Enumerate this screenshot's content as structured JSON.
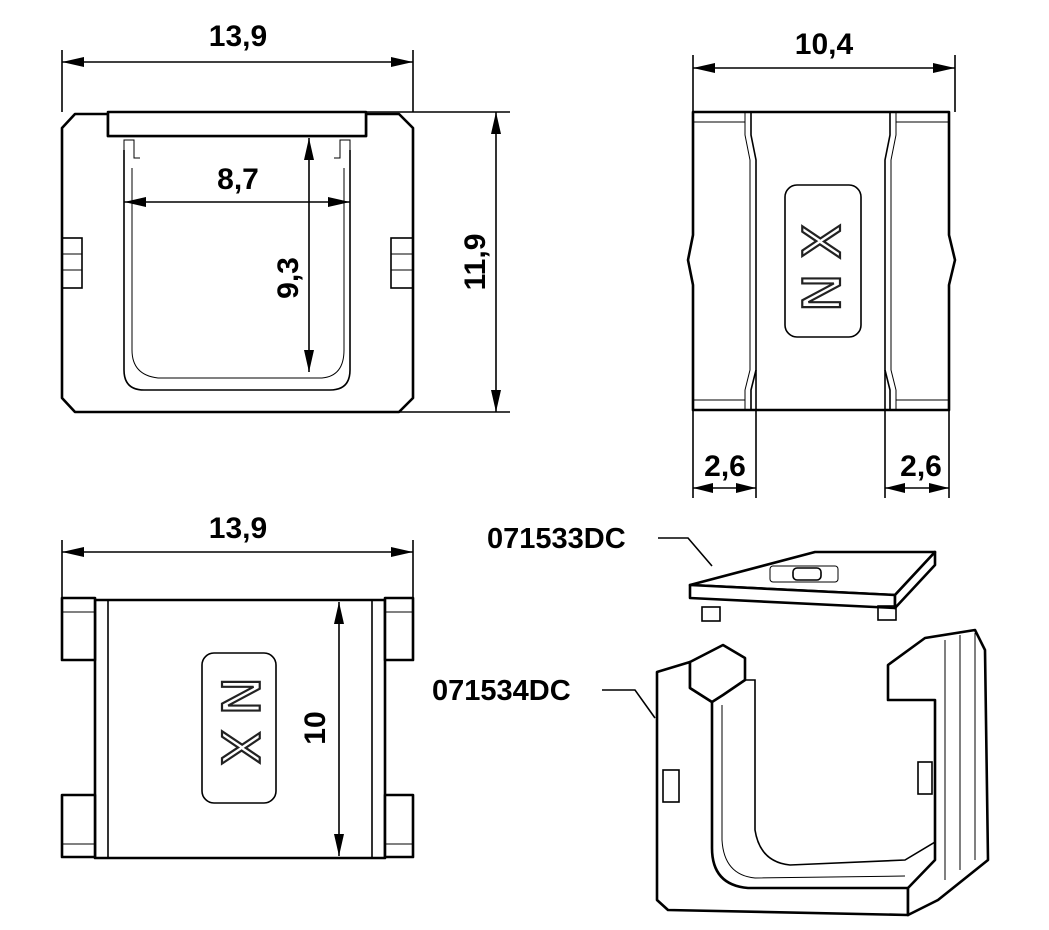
{
  "views": {
    "front": {
      "width_dim": "13,9",
      "height_dim": "11,9",
      "inner_width_dim": "8,7",
      "inner_height_dim": "9,3"
    },
    "side": {
      "width_dim": "10,4",
      "left_band_dim": "2,6",
      "right_band_dim": "2,6",
      "marking": "NX"
    },
    "top": {
      "width_dim": "13,9",
      "depth_dim": "10",
      "marking": "NX"
    }
  },
  "parts": {
    "cover_part_number": "071533DC",
    "frame_part_number": "071534DC"
  },
  "colors": {
    "line": "#000000",
    "background": "#ffffff"
  }
}
